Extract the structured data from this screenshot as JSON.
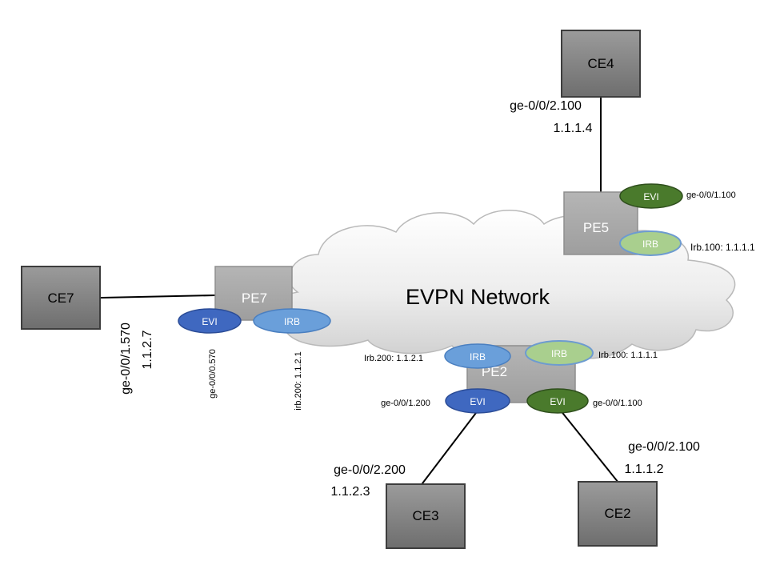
{
  "network": {
    "title": "EVPN Network"
  },
  "nodes": {
    "ce4": "CE4",
    "ce7": "CE7",
    "ce3": "CE3",
    "ce2": "CE2",
    "pe5": "PE5",
    "pe7": "PE7",
    "pe2": "PE2"
  },
  "badges": {
    "evi": "EVI",
    "irb": "IRB"
  },
  "labels": {
    "ce4_if": "ge-0/0/2.100",
    "ce4_ip": "1.1.1.4",
    "pe5_evi_if": "ge-0/0/1.100",
    "pe5_irb_if": "Irb.100: 1.1.1.1",
    "ce7_if": "ge-0/0/1.570",
    "ce7_ip": "1.1.2.7",
    "pe7_evi_if": "ge-0/0/0.570",
    "pe7_irb_if": "irb.200: 1.1.2.1",
    "pe2_irb200": "Irb.200: 1.1.2.1",
    "pe2_irb100": "Irb.100: 1.1.1.1",
    "pe2_evi_if_left": "ge-0/0/1.200",
    "pe2_evi_if_right": "ge-0/0/1.100",
    "ce3_if": "ge-0/0/2.200",
    "ce3_ip": "1.1.2.3",
    "ce2_if": "ge-0/0/2.100",
    "ce2_ip": "1.1.1.2"
  },
  "colors": {
    "evi_green": "#4a7a2c",
    "evi_blue": "#3f68c0",
    "irb_blue": "#6a9fda",
    "irb_light_green": "#a9cf8e",
    "ce_box": "#858585",
    "pe_box": "#aaaaaa",
    "cloud": "#e6e6e6"
  }
}
